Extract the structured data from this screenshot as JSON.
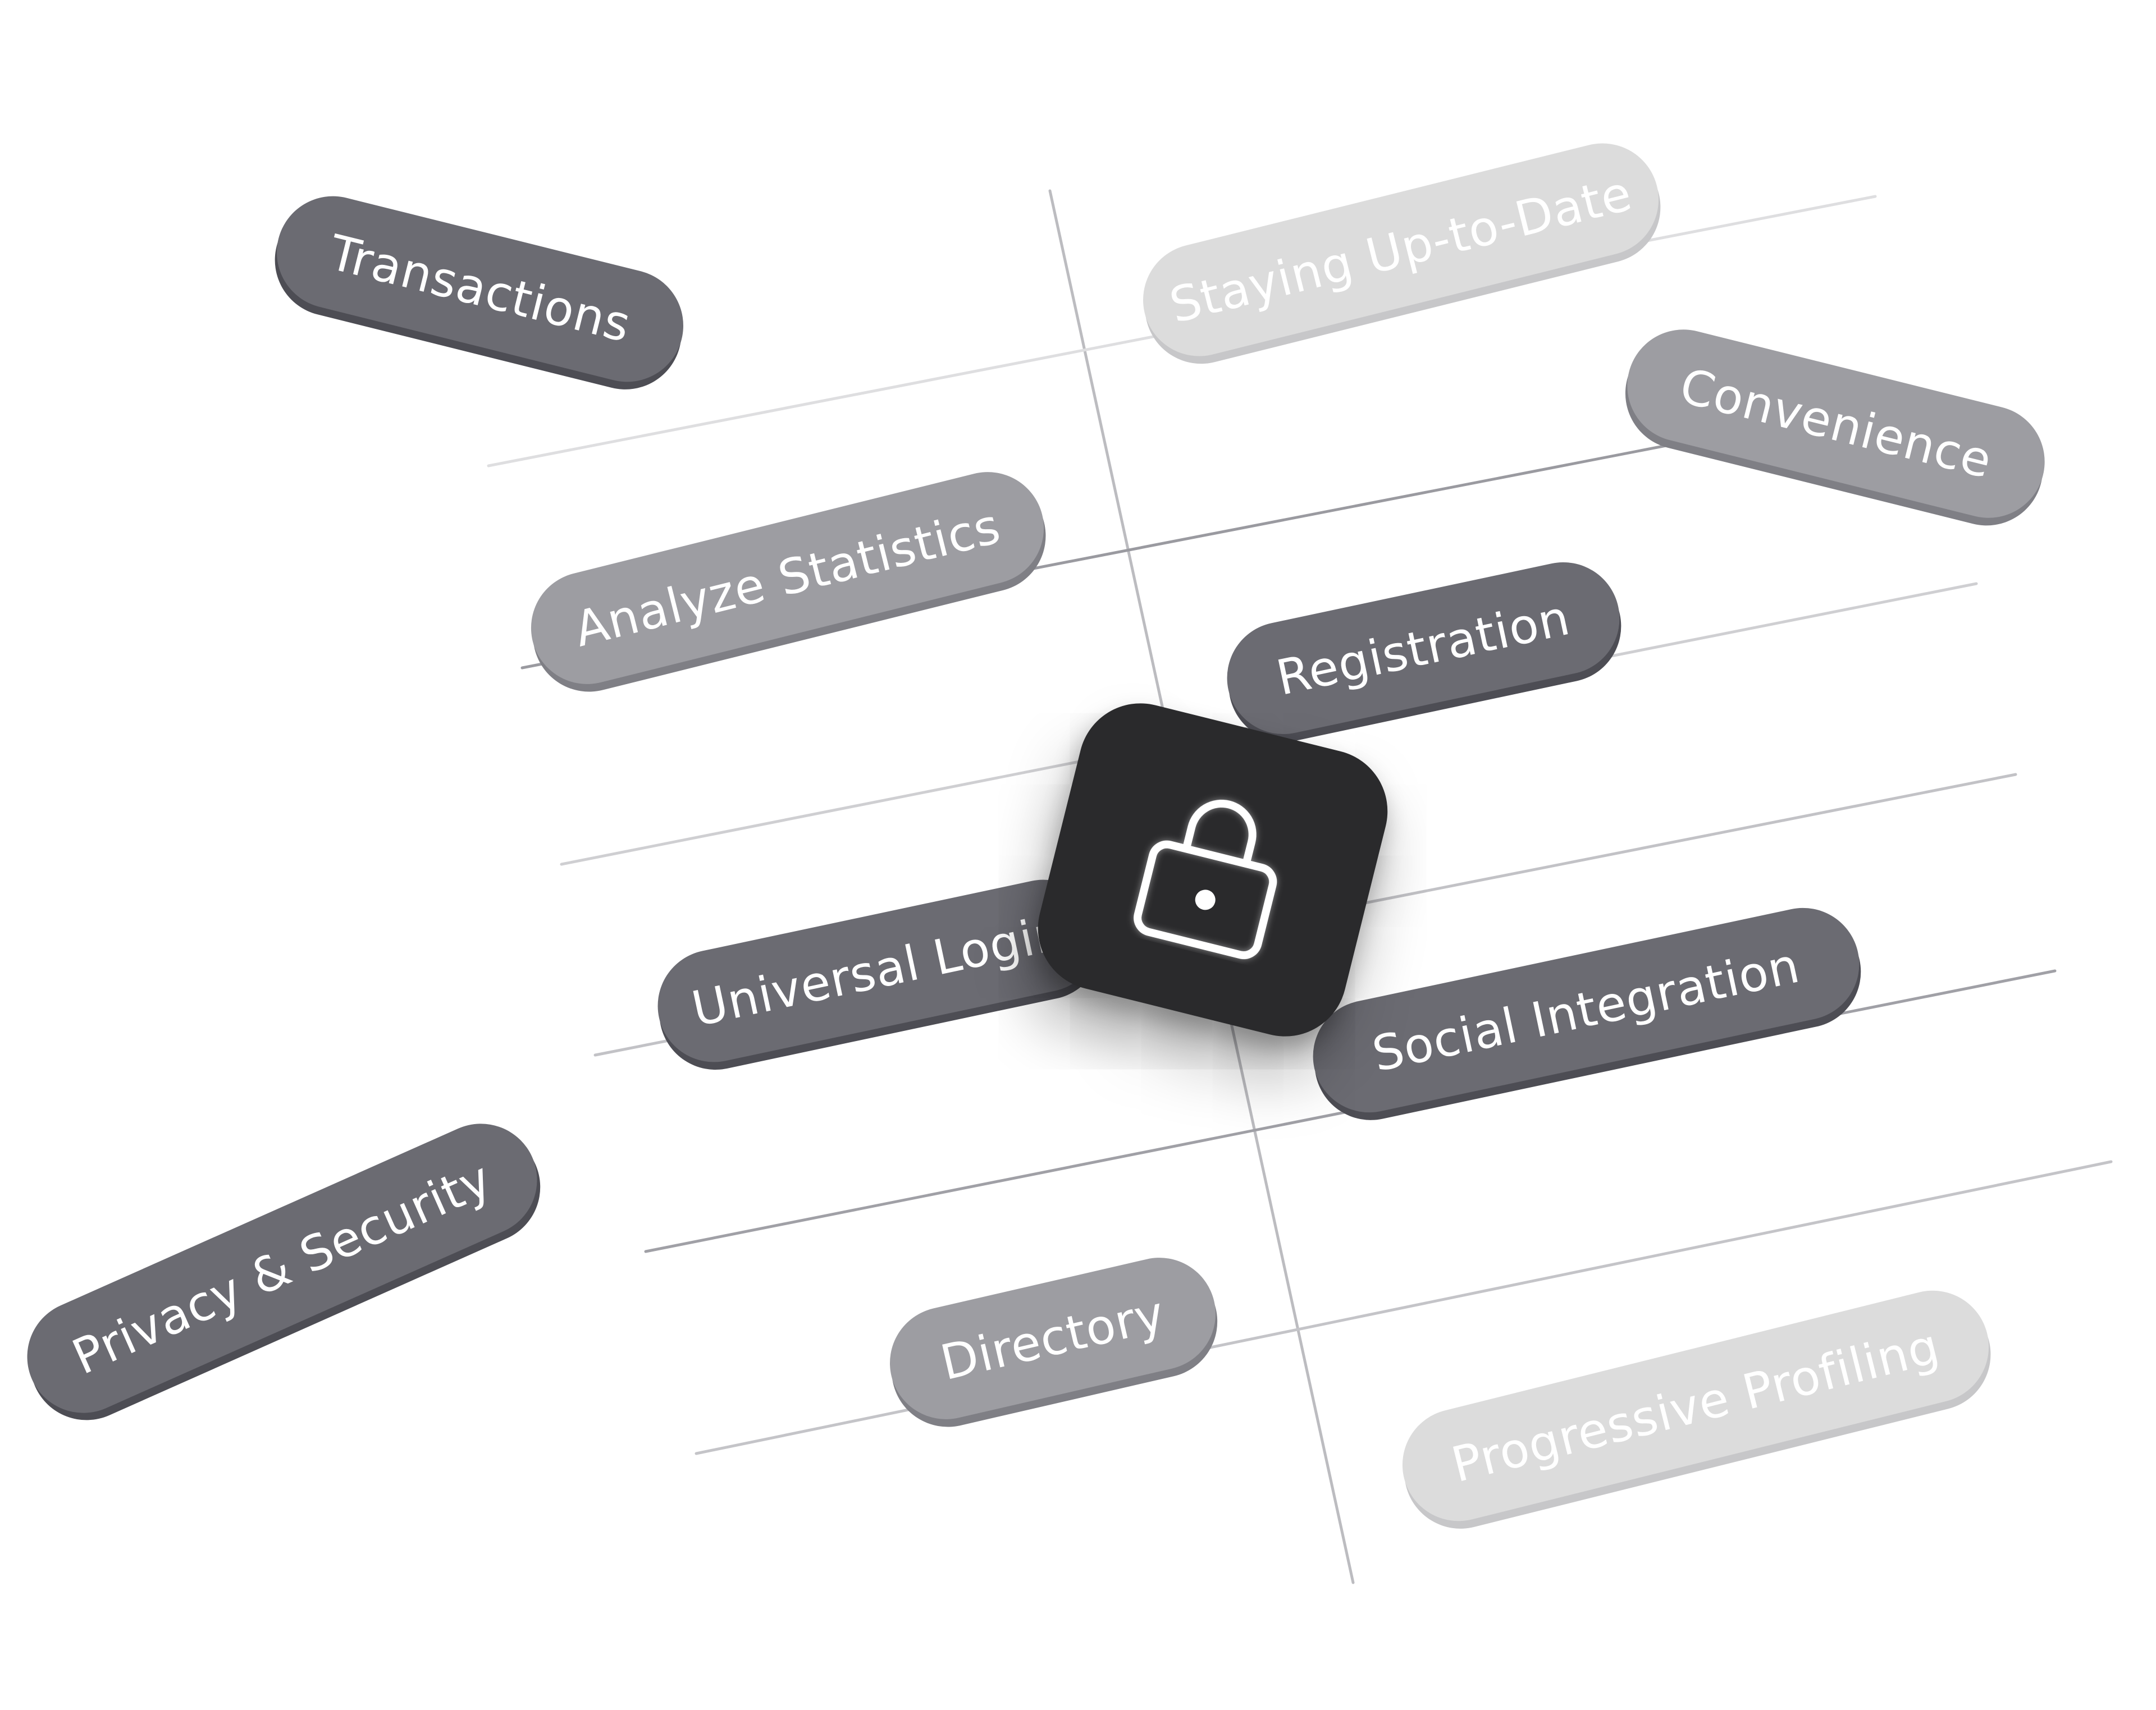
{
  "colors": {
    "pill_dark": "#6b6b72",
    "pill_mid": "#9d9da2",
    "pill_light": "#dcdcdc",
    "tile": "#2a2a2c",
    "grid_line": "#c8c8cc"
  },
  "center": {
    "icon": "lock-icon"
  },
  "pills": [
    {
      "id": "transactions",
      "label": "Transactions",
      "tone": "dark"
    },
    {
      "id": "staying-up-to-date",
      "label": "Staying Up-to-Date",
      "tone": "light"
    },
    {
      "id": "convenience",
      "label": "Convenience",
      "tone": "mid"
    },
    {
      "id": "analyze-statistics",
      "label": "Analyze Statistics",
      "tone": "mid"
    },
    {
      "id": "registration",
      "label": "Registration",
      "tone": "dark"
    },
    {
      "id": "universal-login",
      "label": "Universal Login",
      "tone": "dark"
    },
    {
      "id": "social-integration",
      "label": "Social Integration",
      "tone": "dark"
    },
    {
      "id": "privacy-security",
      "label": "Privacy & Security",
      "tone": "dark"
    },
    {
      "id": "directory",
      "label": "Directory",
      "tone": "mid"
    },
    {
      "id": "progressive-profiling",
      "label": "Progressive Profiling",
      "tone": "light"
    }
  ]
}
